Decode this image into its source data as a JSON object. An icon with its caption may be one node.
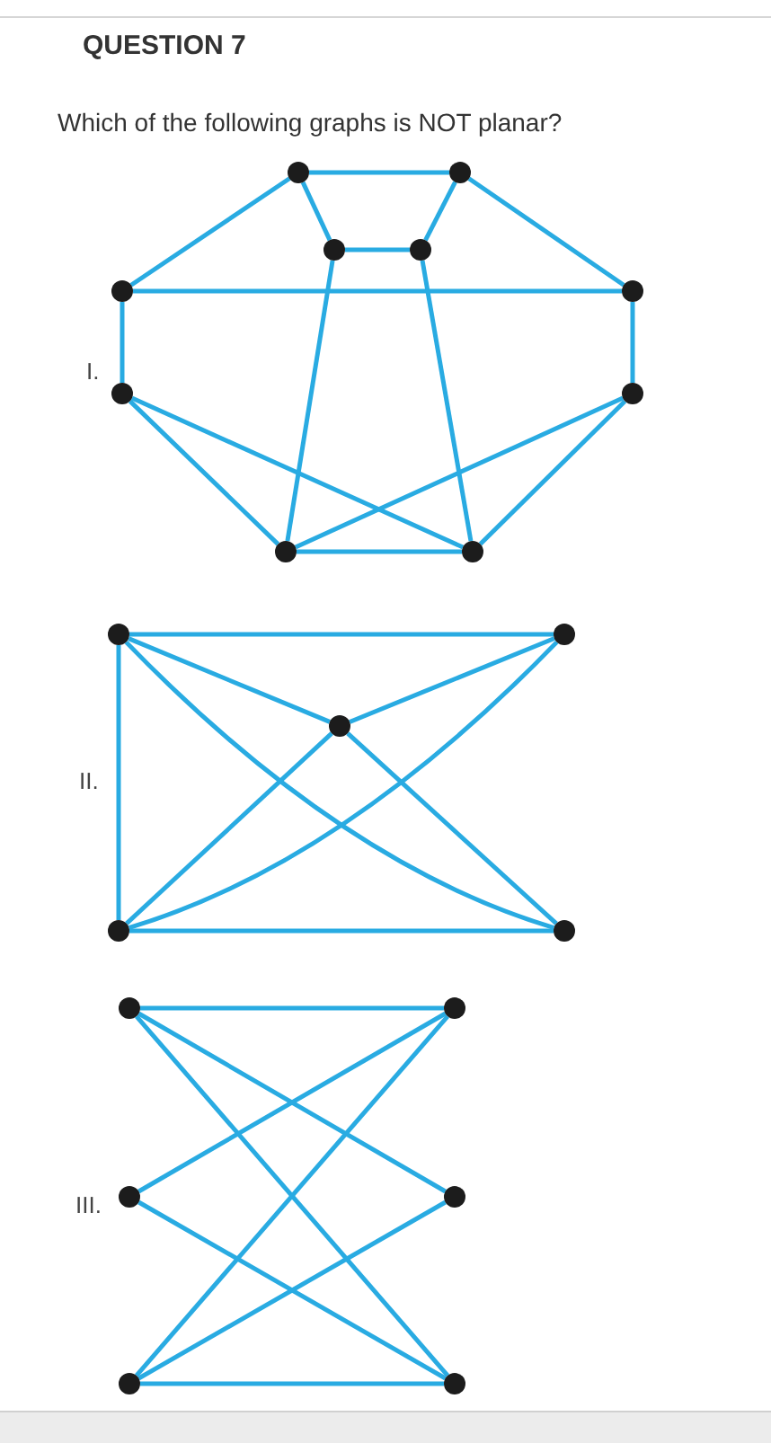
{
  "diagram": {
    "title": "QUESTION 7",
    "caption": "Which of the following graphs is NOT planar?",
    "nodes": [
      {
        "text": [],
        "shape": "circle"
      },
      {
        "text": [],
        "shape": "circle"
      },
      {
        "text": [],
        "shape": "circle"
      },
      {
        "text": [],
        "shape": "circle"
      },
      {
        "text": [],
        "shape": "circle"
      },
      {
        "text": [],
        "shape": "circle"
      },
      {
        "text": [],
        "shape": "circle"
      },
      {
        "text": [],
        "shape": "circle"
      },
      {
        "text": [],
        "shape": "circle"
      },
      {
        "text": [],
        "shape": "circle"
      },
      {
        "text": [],
        "shape": "circle"
      },
      {
        "text": [],
        "shape": "circle"
      },
      {
        "text": [],
        "shape": "circle"
      },
      {
        "text": [],
        "shape": "circle"
      },
      {
        "text": [],
        "shape": "circle"
      },
      {
        "text": [],
        "shape": "circle"
      },
      {
        "text": [],
        "shape": "circle"
      },
      {
        "text": [],
        "shape": "circle"
      },
      {
        "text": [],
        "shape": "circle"
      },
      {
        "text": [],
        "shape": "circle"
      },
      {
        "text": [],
        "shape": "circle"
      }
    ],
    "edges": [
      {
        "from": 0,
        "to": 1,
        "arrow": "none"
      },
      {
        "from": 0,
        "to": 2,
        "arrow": "none"
      },
      {
        "from": 1,
        "to": 3,
        "arrow": "none"
      },
      {
        "from": 2,
        "to": 3,
        "arrow": "none"
      },
      {
        "from": 0,
        "to": 4,
        "arrow": "none"
      },
      {
        "from": 1,
        "to": 5,
        "arrow": "none"
      },
      {
        "from": 4,
        "to": 5,
        "arrow": "none"
      },
      {
        "from": 4,
        "to": 6,
        "arrow": "none"
      },
      {
        "from": 5,
        "to": 7,
        "arrow": "none"
      },
      {
        "from": 6,
        "to": 8,
        "arrow": "none"
      },
      {
        "from": 6,
        "to": 9,
        "arrow": "none"
      },
      {
        "from": 7,
        "to": 8,
        "arrow": "none"
      },
      {
        "from": 7,
        "to": 9,
        "arrow": "none"
      },
      {
        "from": 8,
        "to": 9,
        "arrow": "none"
      },
      {
        "from": 2,
        "to": 8,
        "arrow": "none"
      },
      {
        "from": 3,
        "to": 9,
        "arrow": "none"
      },
      {
        "from": 10,
        "to": 11,
        "arrow": "none"
      },
      {
        "from": 10,
        "to": 13,
        "arrow": "none"
      },
      {
        "from": 13,
        "to": 14,
        "arrow": "none"
      },
      {
        "from": 10,
        "to": 12,
        "arrow": "none"
      },
      {
        "from": 11,
        "to": 12,
        "arrow": "none"
      },
      {
        "from": 12,
        "to": 13,
        "arrow": "none"
      },
      {
        "from": 12,
        "to": 14,
        "arrow": "none"
      },
      {
        "from": 10,
        "to": 14,
        "arrow": "none"
      },
      {
        "from": 11,
        "to": 13,
        "arrow": "none"
      },
      {
        "from": 15,
        "to": 16,
        "arrow": "none"
      },
      {
        "from": 15,
        "to": 18,
        "arrow": "none"
      },
      {
        "from": 15,
        "to": 20,
        "arrow": "none"
      },
      {
        "from": 17,
        "to": 16,
        "arrow": "none"
      },
      {
        "from": 17,
        "to": 20,
        "arrow": "none"
      },
      {
        "from": 19,
        "to": 16,
        "arrow": "none"
      },
      {
        "from": 19,
        "to": 18,
        "arrow": "none"
      },
      {
        "from": 19,
        "to": 20,
        "arrow": "none"
      }
    ],
    "labels": [
      "I.",
      "II.",
      "III."
    ]
  }
}
